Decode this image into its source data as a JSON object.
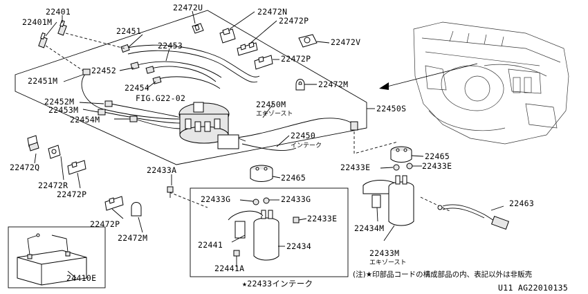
{
  "diagram": {
    "labels": {
      "p22401": "22401",
      "p22401M": "22401M",
      "p22472U": "22472U",
      "p22472N": "22472N",
      "p22472P_a": "22472P",
      "p22472V": "22472V",
      "p22472P_b": "22472P",
      "p22451": "22451",
      "p22453": "22453",
      "p22452": "22452",
      "p22451M": "22451M",
      "p22454": "22454",
      "figref": "FIG.G22-02",
      "p22472M_a": "22472M",
      "p22452M": "22452M",
      "p22453M": "22453M",
      "p22454M": "22454M",
      "p22450M": "22450M",
      "exhaust1": "エキゾースト",
      "p22450S": "22450S",
      "p22450": "22450",
      "intake1": "インテーク",
      "p22465_a": "22465",
      "p22465_b": "22465",
      "p22433E_a": "22433E",
      "p22433E_b": "22433E",
      "p22472Q": "22472Q",
      "p22472R": "22472R",
      "p22472P_c": "22472P",
      "p22433A": "22433A",
      "p22433G_a": "22433G",
      "p22433G_b": "22433G",
      "p22433E_c": "22433E",
      "p22463": "22463",
      "p22472P_d": "22472P",
      "p22472M_b": "22472M",
      "p22441": "22441",
      "p22434": "22434",
      "p22434M": "22434M",
      "p22441A": "22441A",
      "p22433M": "22433M",
      "exhaust2": "エキゾースト",
      "p24410E": "24410E",
      "p22433": "★22433インテーク",
      "note": "(注)★印部品コードの構成部品の内、表記以外は非販売",
      "code": "U11   AG22010135"
    }
  }
}
